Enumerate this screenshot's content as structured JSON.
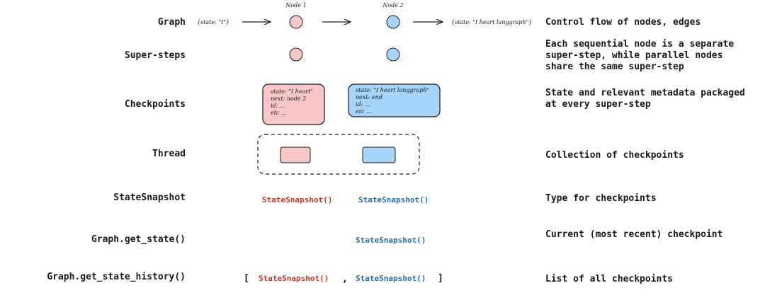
{
  "colors": {
    "pink_fill": "#f8c8c8",
    "blue_fill": "#a6d4fa",
    "red_text": "#c0392b",
    "blue_text": "#2c6e9e"
  },
  "rows": {
    "graph": {
      "label": "Graph",
      "description": "Control flow of nodes, edges",
      "input_state": "{state: \"I\"}",
      "output_state": "{state: \"I heart langgraph\"}",
      "node1_title": "Node 1",
      "node2_title": "Node 2"
    },
    "supersteps": {
      "label": "Super-steps",
      "description_lines": [
        "Each sequential node is a separate",
        "super-step, while parallel nodes",
        "share the same super-step"
      ]
    },
    "checkpoints": {
      "label": "Checkpoints",
      "description_lines": [
        "State and relevant metadata packaged",
        "at every super-step"
      ],
      "card1_lines": [
        "state: \"I heart\"",
        "next: node 2",
        "id: ...",
        "etc ..."
      ],
      "card2_lines": [
        "state: \"I heart langgraph\"",
        "next: end",
        "id: ...",
        "etc ..."
      ]
    },
    "thread": {
      "label": "Thread",
      "description": "Collection of checkpoints"
    },
    "statesnapshot": {
      "label": "StateSnapshot",
      "description": "Type for checkpoints",
      "red_text": "StateSnapshot()",
      "blue_text": "StateSnapshot()"
    },
    "get_state": {
      "label": "Graph.get_state()",
      "description": "Current (most recent) checkpoint",
      "blue_text": "StateSnapshot()"
    },
    "get_state_history": {
      "label": "Graph.get_state_history()",
      "description": "List of all checkpoints",
      "open_bracket": "[",
      "red_text": "StateSnapshot()",
      "comma": ",",
      "blue_text": "StateSnapshot()",
      "close_bracket": "]"
    }
  }
}
